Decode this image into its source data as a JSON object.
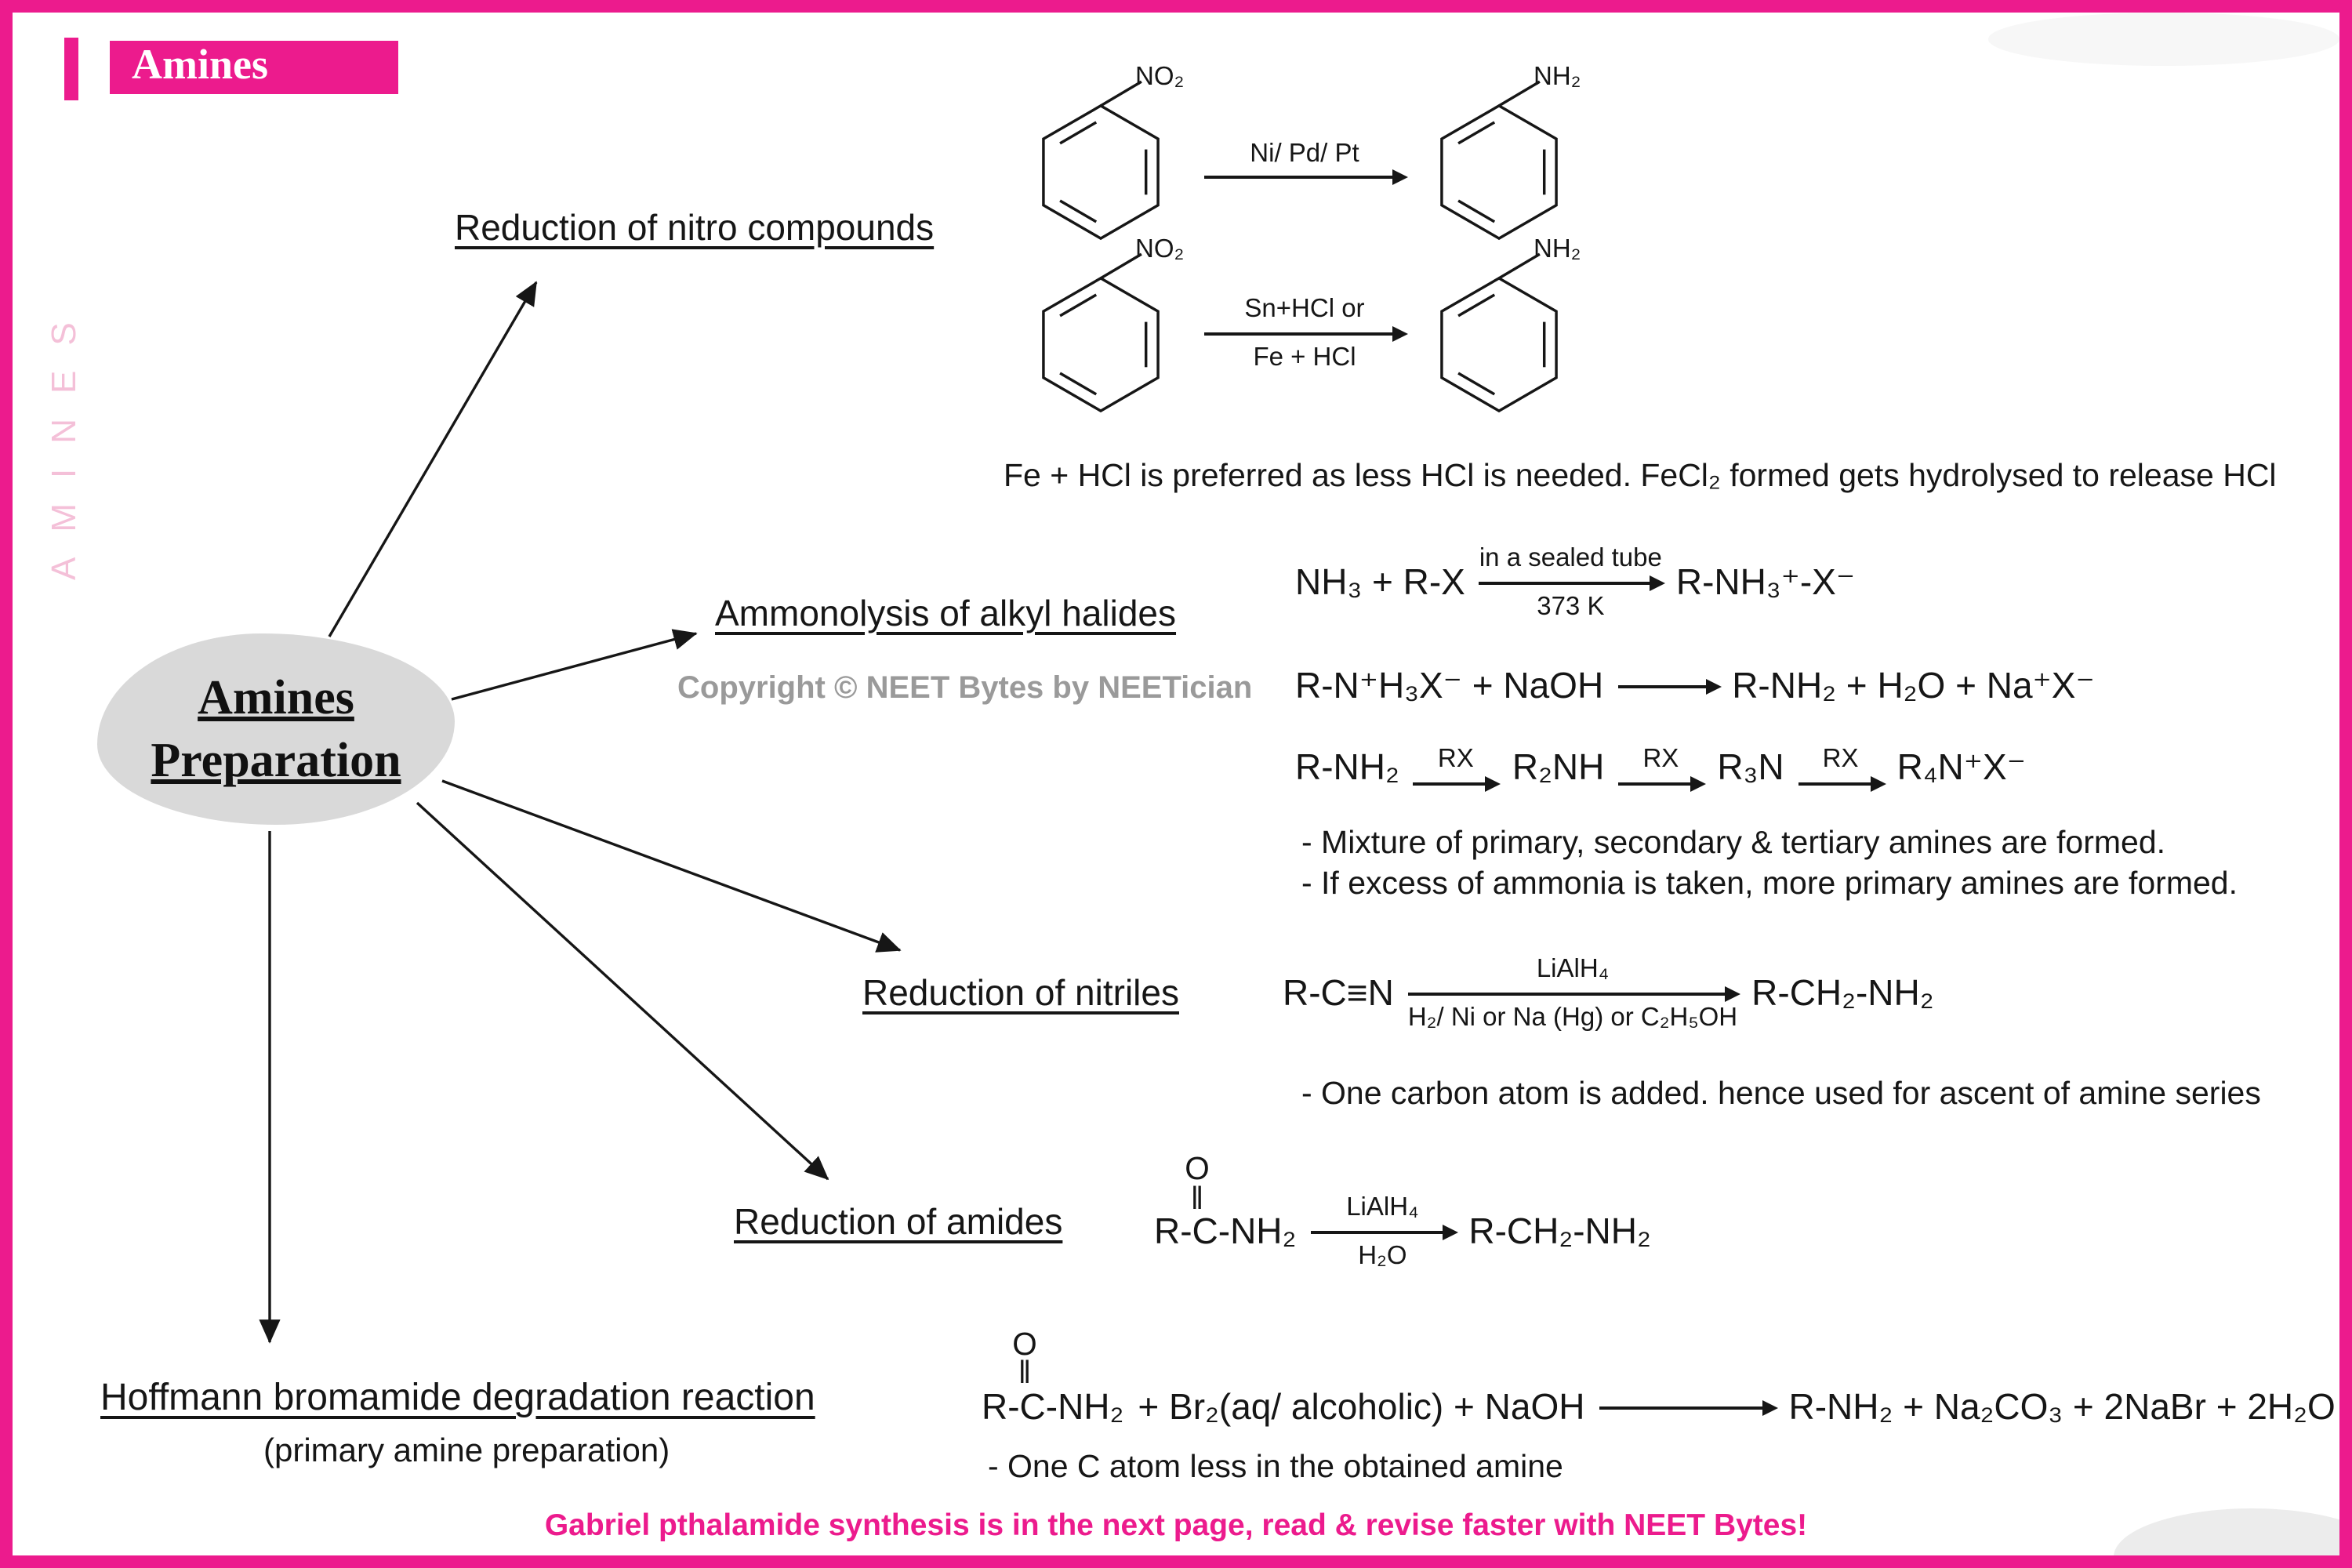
{
  "colors": {
    "accent_pink": "#ec1b8d",
    "light_pink_watermark": "#f4c0d8",
    "node_gray": "#d9d9d9",
    "copyright_gray": "#9a9a9a",
    "ink": "#161616"
  },
  "header": {
    "banner_title": "Amines",
    "vertical_watermark": "AMINES"
  },
  "center_node": {
    "line1": "Amines",
    "line2": "Preparation"
  },
  "copyright": {
    "text": "Copyright © NEET Bytes by NEETician"
  },
  "footer": {
    "text": "Gabriel pthalamide synthesis is in the next page, read & revise faster with NEET Bytes!"
  },
  "sections": {
    "nitro": {
      "heading": "Reduction of nitro compounds",
      "reaction1": {
        "reactant_label": "NO₂",
        "arrow_above": "Ni/ Pd/ Pt",
        "arrow_below": "",
        "product_label": "NH₂"
      },
      "reaction2": {
        "reactant_label": "NO₂",
        "arrow_above": "Sn+HCl or",
        "arrow_below": "Fe + HCl",
        "product_label": "NH₂"
      },
      "note": "Fe + HCl is preferred as less HCl is needed. FeCl₂ formed gets hydrolysed to release HCl"
    },
    "ammonolysis": {
      "heading": "Ammonolysis of alkyl halides",
      "eq1": {
        "lhs": "NH₃ + R-X",
        "arrow_above": "in a sealed tube",
        "arrow_below": "373 K",
        "rhs": "R-NH₃⁺-X⁻"
      },
      "eq2": {
        "lhs": "R-N⁺H₃X⁻ + NaOH",
        "rhs": "R-NH₂ + H₂O + Na⁺X⁻"
      },
      "eq3": {
        "step1": "R-NH₂",
        "arrow1": "RX",
        "step2": "R₂NH",
        "arrow2": "RX",
        "step3": "R₃N",
        "arrow3": "RX",
        "step4": "R₄N⁺X⁻"
      },
      "note1": "- Mixture of primary, secondary & tertiary amines are formed.",
      "note2": "- If excess of ammonia is taken, more primary amines are formed."
    },
    "nitriles": {
      "heading": "Reduction of nitriles",
      "eq": {
        "lhs": "R-C≡N",
        "arrow_above": "LiAlH₄",
        "arrow_below": "H₂/ Ni or Na (Hg) or C₂H₅OH",
        "rhs": "R-CH₂-NH₂"
      },
      "note": "- One carbon atom is added. hence used for ascent of amine series"
    },
    "amides": {
      "heading": "Reduction of amides",
      "eq": {
        "carbonyl_o": "O",
        "carbonyl_bond": "‖",
        "lhs": "R-C-NH₂",
        "arrow_above": "LiAlH₄",
        "arrow_below": "H₂O",
        "rhs": "R-CH₂-NH₂"
      }
    },
    "hoffmann": {
      "heading": "Hoffmann bromamide degradation reaction",
      "subheading": "(primary amine preparation)",
      "eq": {
        "carbonyl_o": "O",
        "carbonyl_bond": "‖",
        "lhs": "R-C-NH₂",
        "mid": "+ Br₂(aq/ alcoholic) + NaOH",
        "rhs": "R-NH₂ + Na₂CO₃ + 2NaBr + 2H₂O"
      },
      "note": "- One C atom less in the obtained amine"
    }
  }
}
